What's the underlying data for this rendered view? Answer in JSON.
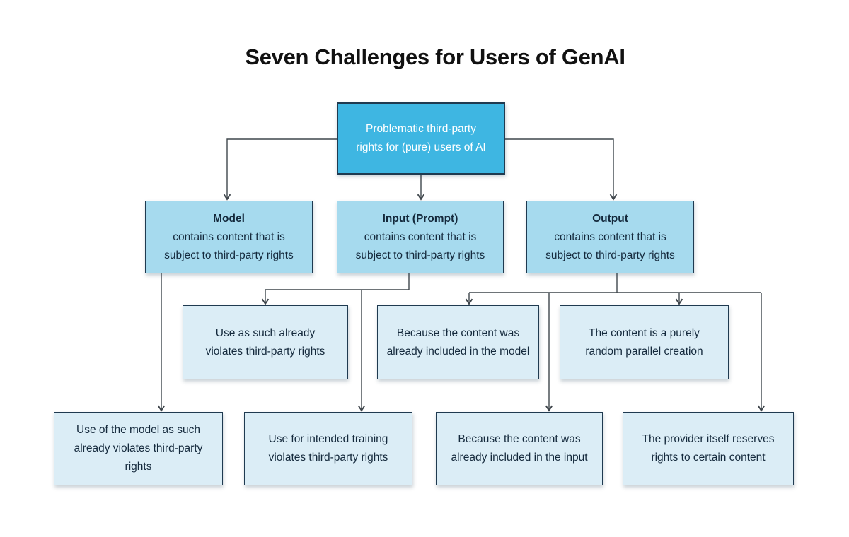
{
  "title": "Seven Challenges for Users of GenAI",
  "colors": {
    "page_bg": "#ffffff",
    "title_text": "#111111",
    "root_fill": "#3eb6e2",
    "root_text": "#ffffff",
    "level2_fill": "#a6daee",
    "leaf_fill": "#dbedf6",
    "box_border": "#1f3a50",
    "line_color": "#3f464c",
    "node_text": "#14293c"
  },
  "diagram": {
    "root": {
      "body": "Problematic third-party\nrights for (pure) users of AI"
    },
    "level2": [
      {
        "title": "Model",
        "body": "contains content that is\nsubject to third-party rights"
      },
      {
        "title": "Input (Prompt)",
        "body": "contains content that is\nsubject to third-party rights"
      },
      {
        "title": "Output",
        "body": "contains content that is\nsubject to third-party rights"
      }
    ],
    "mid": [
      {
        "body": "Use as such already\nviolates third-party rights"
      },
      {
        "body": "Because the content was\nalready included in the model"
      },
      {
        "body": "The content is a purely\nrandom parallel creation"
      }
    ],
    "bottom": [
      {
        "body": "Use of the model as such\nalready violates third-party\nrights"
      },
      {
        "body": "Use for intended training\nviolates third-party rights"
      },
      {
        "body": "Because the content was\nalready included in the input"
      },
      {
        "body": "The provider itself reserves\nrights to certain content"
      }
    ]
  }
}
